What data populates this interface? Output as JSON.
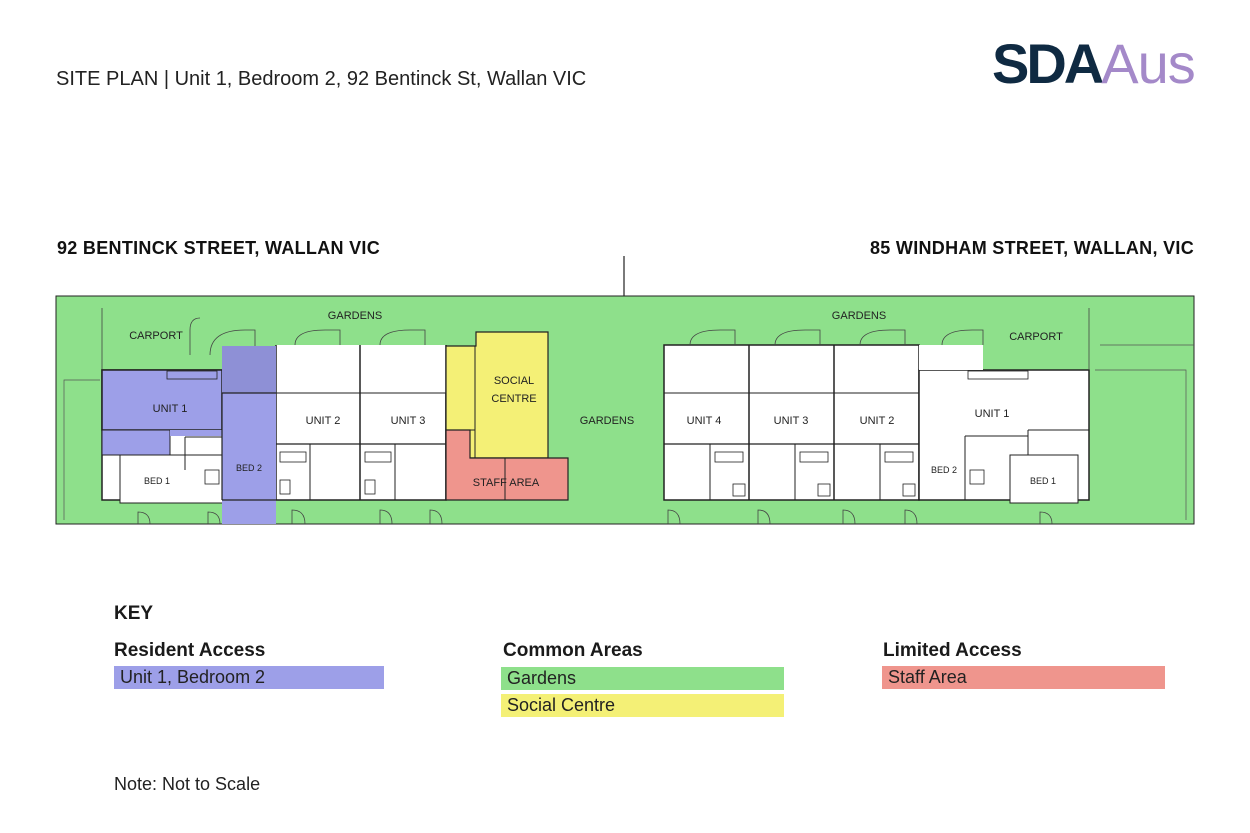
{
  "header": {
    "title": "SITE PLAN | Unit 1, Bedroom 2, 92 Bentinck St, Wallan VIC",
    "logo_part1": "SDA",
    "logo_part2": "Aus"
  },
  "streets": {
    "left": "92 BENTINCK STREET, WALLAN VIC",
    "right": "85 WINDHAM STREET, WALLAN, VIC"
  },
  "plan_labels": {
    "gardens_left": "GARDENS",
    "gardens_right": "GARDENS",
    "gardens_center": "GARDENS",
    "carport_left": "CARPORT",
    "carport_right": "CARPORT",
    "unit1_left": "UNIT 1",
    "unit2_left": "UNIT 2",
    "unit3_left": "UNIT 3",
    "bed1_left": "BED 1",
    "bed2_left": "BED 2",
    "social_line1": "SOCIAL",
    "social_line2": "CENTRE",
    "staff_area": "STAFF AREA",
    "unit4_right": "UNIT 4",
    "unit3_right": "UNIT 3",
    "unit2_right": "UNIT 2",
    "unit1_right": "UNIT 1",
    "bed2_right": "BED 2",
    "bed1_right": "BED 1"
  },
  "colors": {
    "gardens": "#8ee08b",
    "resident": "#9d9fe8",
    "social": "#f4f076",
    "staff": "#ef958d",
    "wall": "#222222"
  },
  "key": {
    "title": "KEY",
    "resident": {
      "heading": "Resident Access",
      "items": [
        "Unit 1, Bedroom 2"
      ]
    },
    "common": {
      "heading": "Common Areas",
      "items": [
        "Gardens",
        "Social Centre"
      ]
    },
    "limited": {
      "heading": "Limited Access",
      "items": [
        "Staff Area"
      ]
    }
  },
  "note": "Note: Not to Scale"
}
